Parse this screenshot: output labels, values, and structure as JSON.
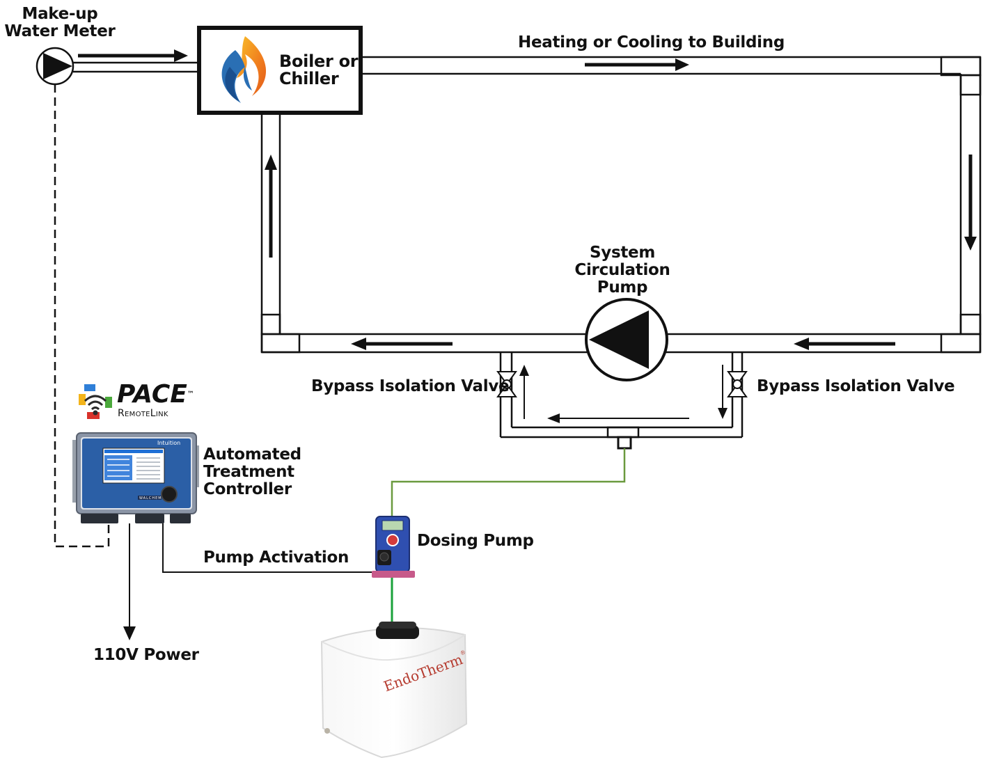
{
  "labels": {
    "makeup_meter": [
      "Make-up",
      "Water Meter"
    ],
    "boiler": [
      "Boiler or",
      "Chiller"
    ],
    "heating_cooling": "Heating or Cooling to Building",
    "circ_pump": [
      "System",
      "Circulation",
      "Pump"
    ],
    "bypass_left": "Bypass Isolation Valve",
    "bypass_right": "Bypass Isolation Valve",
    "controller": [
      "Automated",
      "Treatment",
      "Controller"
    ],
    "pace_brand": "PACE",
    "pace_trademark": "™",
    "pace_sub": "RemoteLink",
    "dosing_pump": "Dosing Pump",
    "pump_activation": "Pump Activation",
    "power": "110V Power",
    "controller_brand": "Intuition",
    "controller_maker": "WALCHEM",
    "tank_brand": "EndoTherm",
    "tank_trademark": "®"
  },
  "colors": {
    "pipe": "#111111",
    "chem_line": "#6a9a3e",
    "feed_line": "#1aa23a",
    "controller_body": "#8b95a6",
    "controller_screen": "#1e6fd6",
    "pump_body": "#2f4fb0",
    "flame_orange": "#f39a1e",
    "flame_blue": "#2a6fb4",
    "tank_logo": "#b53a2e"
  },
  "icons": {
    "flame": "flame-icon",
    "wifi": "wifi-icon",
    "meter": "meter-icon",
    "circ_pump": "pump-icon",
    "valve": "valve-icon"
  }
}
